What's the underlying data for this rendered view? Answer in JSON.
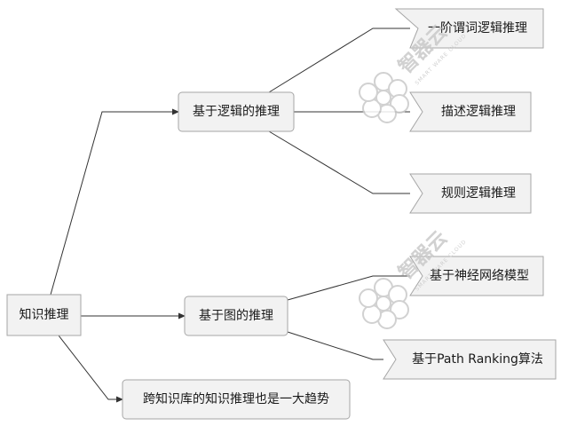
{
  "root": {
    "label": "知识推理"
  },
  "branches": [
    {
      "label": "基于逻辑的推理",
      "children": [
        {
          "label": "一阶谓词逻辑推理"
        },
        {
          "label": "描述逻辑推理"
        },
        {
          "label": "规则逻辑推理"
        }
      ]
    },
    {
      "label": "基于图的推理",
      "children": [
        {
          "label": "基于神经网络模型"
        },
        {
          "label": "基于Path Ranking算法"
        }
      ]
    },
    {
      "label": "跨知识库的知识推理也是一大趋势",
      "children": []
    }
  ],
  "watermark": {
    "brand": "智器云",
    "tagline": "SMART WARE CLOUD"
  },
  "colors": {
    "node_fill": "#f2f2f2",
    "node_stroke": "#a6a6a6",
    "edge": "#333333",
    "watermark": "#c9c9c9"
  }
}
